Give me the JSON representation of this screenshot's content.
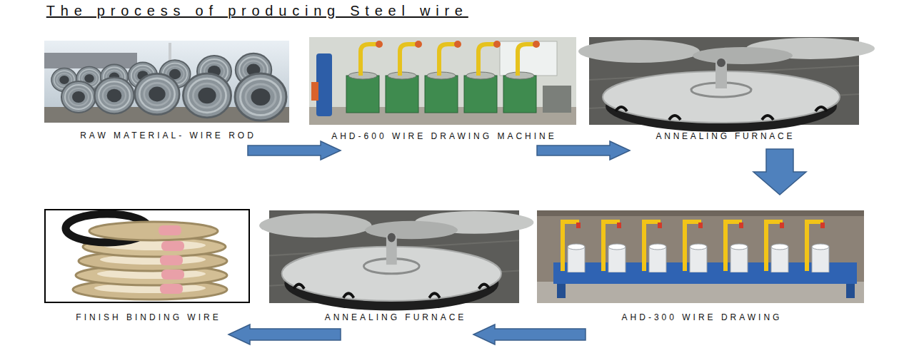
{
  "diagram": {
    "title": "The process of producing Steel wire",
    "nodes": [
      {
        "text": [
          "RAW MATERIAL- WIRE ROD"
        ]
      },
      {
        "text": [
          "AHD-600 WIRE DRAWING MACHINE"
        ]
      },
      {
        "text": [
          "ANNEALING FURNACE"
        ]
      },
      {
        "text": [
          "FINISH BINDING WIRE"
        ]
      },
      {
        "text": [
          "ANNEALING FURNACE"
        ]
      },
      {
        "text": [
          "AHD-300 WIRE DRAWING"
        ]
      }
    ],
    "edges": [
      {
        "from": 0,
        "to": 1,
        "arrow": "to"
      },
      {
        "from": 1,
        "to": 2,
        "arrow": "to"
      },
      {
        "from": 2,
        "to": 5,
        "arrow": "to"
      },
      {
        "from": 5,
        "to": 4,
        "arrow": "to"
      },
      {
        "from": 4,
        "to": 3,
        "arrow": "to"
      }
    ]
  }
}
